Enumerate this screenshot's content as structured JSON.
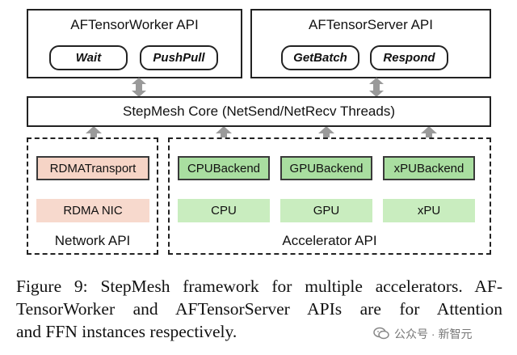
{
  "worker_api": {
    "title": "AFTensorWorker API",
    "buttons": [
      "Wait",
      "PushPull"
    ]
  },
  "server_api": {
    "title": "AFTensorServer API",
    "buttons": [
      "GetBatch",
      "Respond"
    ]
  },
  "core": {
    "label": "StepMesh Core (NetSend/NetRecv Threads)"
  },
  "network_api": {
    "title": "Network API",
    "transport": "RDMATransport",
    "nic": "RDMA NIC"
  },
  "accelerator_api": {
    "title": "Accelerator API",
    "backends": [
      "CPUBackend",
      "GPUBackend",
      "xPUBackend"
    ],
    "devices": [
      "CPU",
      "GPU",
      "xPU"
    ]
  },
  "caption": {
    "line1": "Figure 9: StepMesh framework for multiple accelerators. AF-",
    "line2": "TensorWorker and AFTensorServer APIs are for Attention",
    "line3": "and FFN instances respectively."
  },
  "watermark": {
    "text": "公众号 · 新智元",
    "icon": "wechat-icon"
  },
  "colors": {
    "backend_green": "#a9dea0",
    "device_green": "#c9edbf",
    "rdma_pink": "#f6d4c6",
    "arrow_gray": "#9a9a9a"
  }
}
